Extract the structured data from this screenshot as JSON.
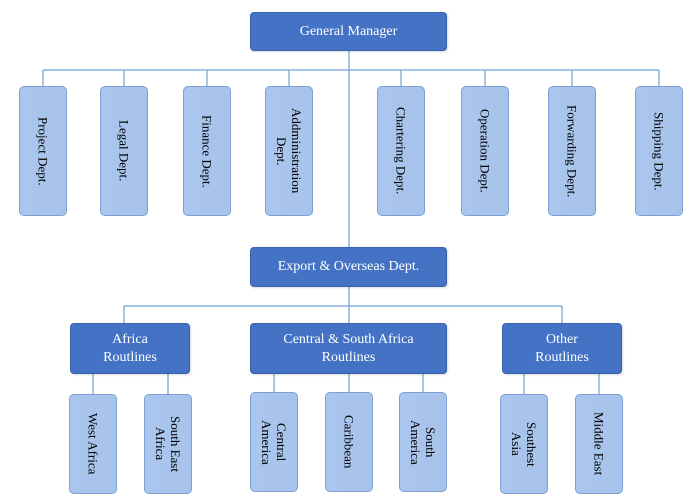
{
  "root": "General Manager",
  "departments": [
    "Project Dept.",
    "Legal Dept.",
    "Finance Dept.",
    "Addministration\nDept.",
    "Chartering Dept.",
    "Operation Dept.",
    "Forwarding Dept.",
    "Shipping Dept."
  ],
  "export_dept": "Export & Overseas Dept.",
  "routline_groups": [
    {
      "label": "Africa\nRoutlines",
      "children": [
        "West Africa",
        "South East\nAfrica"
      ]
    },
    {
      "label": "Central & South Africa\nRoutlines",
      "children": [
        "Central\nAmerica",
        "Caribbean",
        "South\nAmerica"
      ]
    },
    {
      "label": "Other\nRoutlines",
      "children": [
        "Southest\nAsia",
        "Middle East"
      ]
    }
  ],
  "colors": {
    "dark_box": "#4472c4",
    "light_box": "#a9c5ed",
    "connector": "#6fa0cf"
  }
}
